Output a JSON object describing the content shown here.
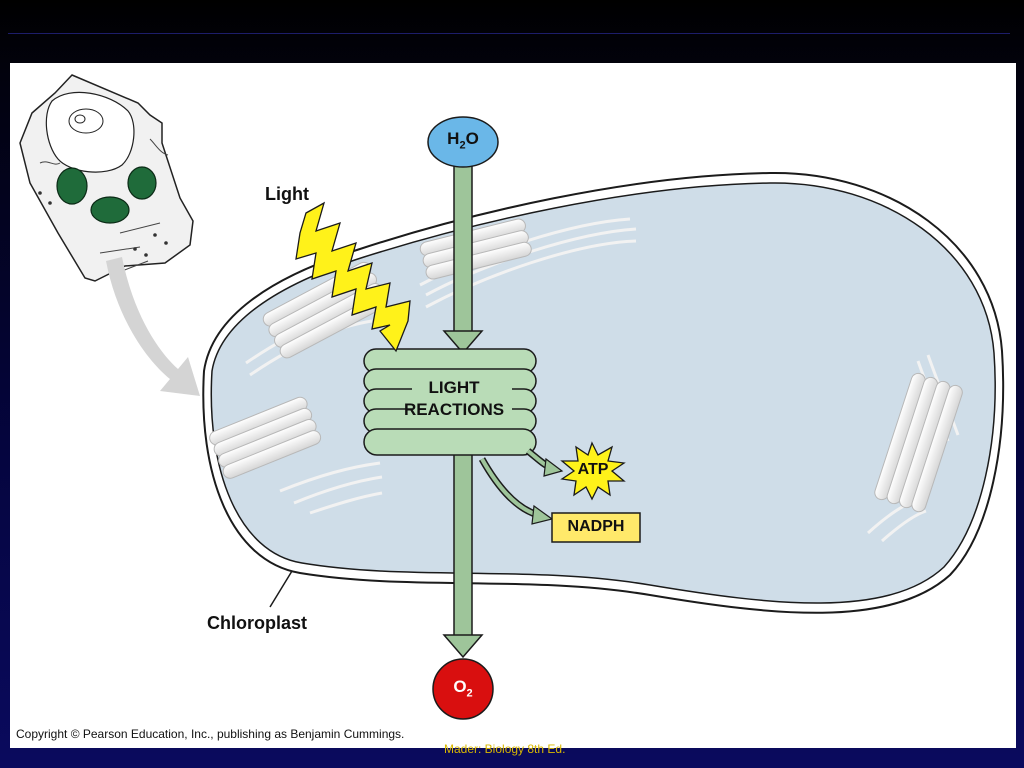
{
  "diagram": {
    "input_molecule": {
      "base": "H",
      "subscript": "2",
      "rest": "O"
    },
    "output_molecule": {
      "base": "O",
      "subscript": "2"
    },
    "light_label": "Light",
    "process_label_line1": "LIGHT",
    "process_label_line2": "REACTIONS",
    "products": [
      "ATP",
      "NADPH"
    ],
    "organelle_label": "Chloroplast"
  },
  "copyright": "Copyright © Pearson Education, Inc., publishing as Benjamin Cummings.",
  "footer": {
    "credit": "Mader: Biology 8th Ed."
  },
  "colors": {
    "stroma": "#cfdde8",
    "arrow": "#9ec59a",
    "thylakoid": "#b9dcb7",
    "water_node": "#6ab7e8",
    "oxygen_node": "#d90f0f",
    "light_bolt": "#fff21a",
    "product_box": "#ffe96a"
  }
}
